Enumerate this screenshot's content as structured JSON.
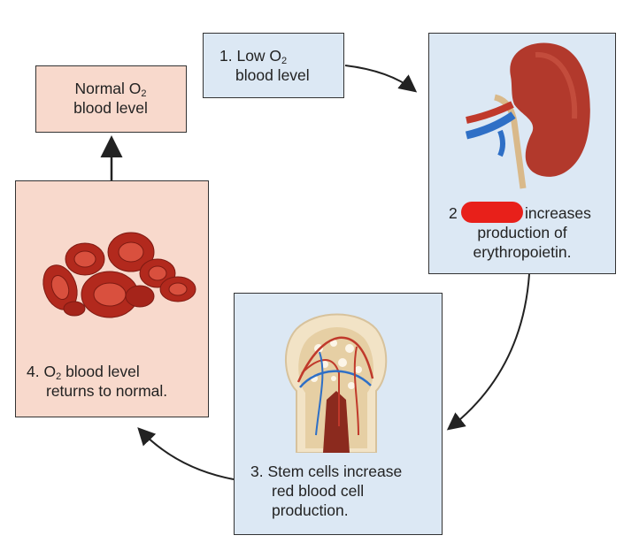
{
  "nodes": {
    "normal": {
      "line1_prefix": "Normal O",
      "sub": "2",
      "line2": "blood level"
    },
    "step1": {
      "prefix": "1. Low O",
      "sub": "2",
      "line2": "blood level"
    },
    "step2": {
      "number": "2",
      "text_line1": "increases",
      "text_line2": "production of",
      "text_line3": "erythropoietin."
    },
    "step3": {
      "line1": "3. Stem cells increase",
      "line2": "red blood cell",
      "line3": "production."
    },
    "step4": {
      "prefix": "4. O",
      "sub": "2",
      "line1_rest": " blood level",
      "line2": "returns to normal."
    }
  },
  "colors": {
    "blue_box": "#dce8f4",
    "pink_box": "#f8d9cc",
    "redaction": "#e8201a",
    "arrow": "#222222"
  },
  "icons": [
    "kidney-illustration",
    "bone-marrow-illustration",
    "red-blood-cells-illustration"
  ]
}
